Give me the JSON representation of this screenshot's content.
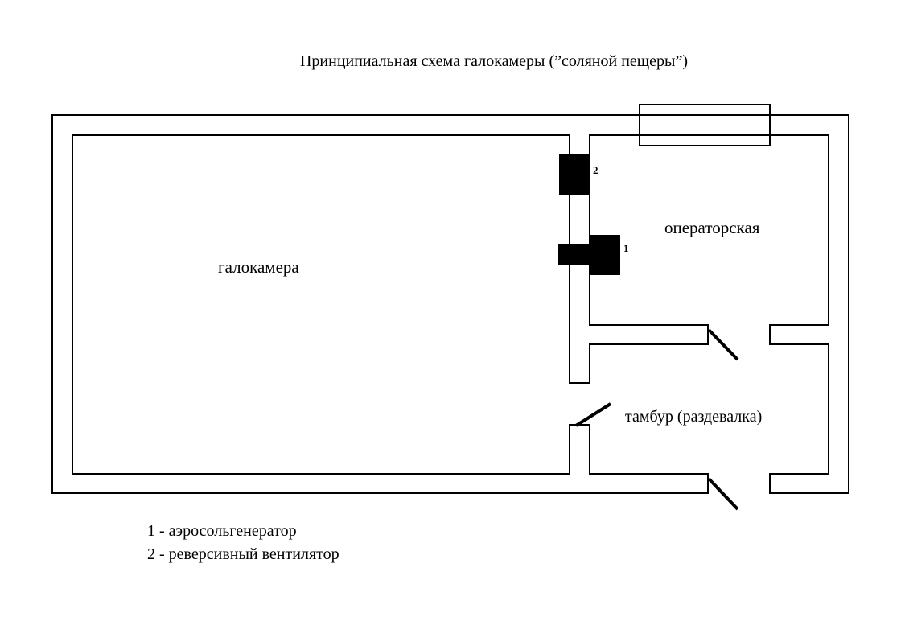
{
  "title": "Принципиальная схема галокамеры (”соляной пещеры”)",
  "rooms": {
    "halochamber": "галокамера",
    "operator": "операторская",
    "vestibule": "тамбур (раздевалка)"
  },
  "devices": {
    "aerosol_generator_number": "1",
    "fan_number": "2"
  },
  "legend": {
    "item1": "1 - аэросольгенератор",
    "item2": "2 - реверсивный вентилятор"
  }
}
